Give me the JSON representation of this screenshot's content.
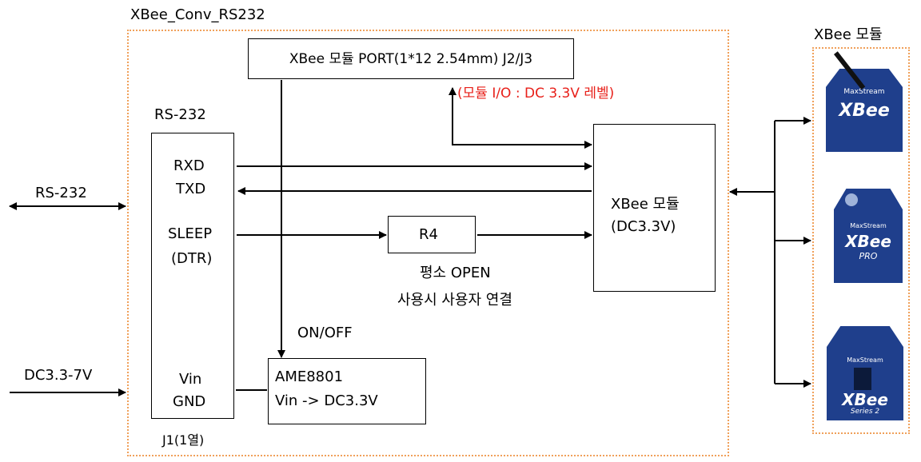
{
  "board": {
    "title": "XBee_Conv_RS232"
  },
  "right_panel": {
    "title": "XBee 모듈"
  },
  "port_box": {
    "label": "XBee 모듈 PORT(1*12 2.54mm) J2/J3"
  },
  "io_note": {
    "text": "(모듈 I/O : DC 3.3V 레벨)",
    "color": "#e8201a"
  },
  "rs232_block": {
    "title": "RS-232",
    "rxd": "RXD",
    "txd": "TXD",
    "sleep": "SLEEP",
    "dtr": "(DTR)",
    "vin": "Vin",
    "gnd": "GND",
    "connector": "J1(1열)"
  },
  "xbee_block": {
    "line1": "XBee 모듈",
    "line2": "(DC3.3V)"
  },
  "resistor": {
    "label": "R4",
    "note_line1": "평소 OPEN",
    "note_line2": "사용시 사용자 연결"
  },
  "regulator": {
    "line1": "AME8801",
    "line2": "Vin -> DC3.3V",
    "control_label": "ON/OFF"
  },
  "external": {
    "rs232_label": "RS-232",
    "power_label": "DC3.3-7V"
  },
  "modules": [
    {
      "name": "XBee",
      "brand": "MaxStream",
      "sub": "",
      "icon": "xbee-module-photo"
    },
    {
      "name": "XBee",
      "brand": "MaxStream",
      "sub": "PRO",
      "icon": "xbee-pro-module-photo"
    },
    {
      "name": "XBee",
      "brand": "MaxStream",
      "sub": "Series 2",
      "icon": "xbee-series2-module-photo"
    }
  ],
  "colors": {
    "board_outline": "#f0a05a",
    "module_blue": "#1f3f8c"
  }
}
